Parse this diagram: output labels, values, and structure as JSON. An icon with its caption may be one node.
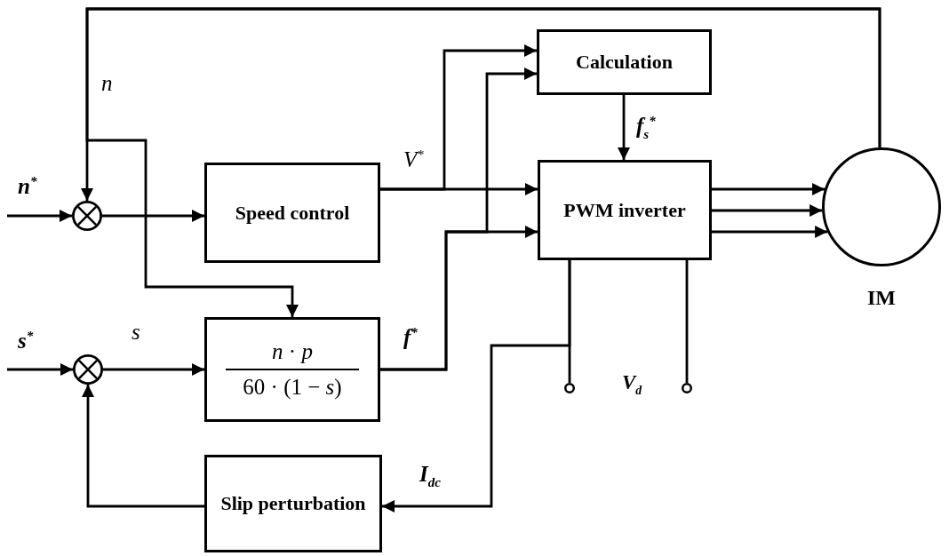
{
  "diagram": {
    "nodes": [
      {
        "text": [],
        "shape": "circle"
      },
      {
        "text": [
          "Speed control"
        ]
      },
      {
        "text": [
          "Calculation"
        ]
      },
      {
        "text": [
          "PWM inverter"
        ]
      },
      {
        "text": [
          "IM"
        ]
      },
      {
        "text": [],
        "shape": "circle"
      },
      {
        "text": [
          "*n* · *p*",
          "60 · (1 − *s*)"
        ]
      },
      {
        "text": [
          "Slip perturbation"
        ]
      },
      {
        "text": [],
        "shape": "circle"
      },
      {
        "text": [],
        "shape": "circle"
      }
    ],
    "edges": [
      {
        "from": null,
        "to": 0,
        "arrow": "to",
        "label": "n$^{*}$"
      },
      {
        "from": 4,
        "to": 0,
        "arrow": "to",
        "label": "n"
      },
      {
        "from": 4,
        "to": 6,
        "arrow": "to"
      },
      {
        "from": 0,
        "to": 1,
        "arrow": "to"
      },
      {
        "from": 1,
        "to": 3,
        "arrow": "to",
        "label": "V$^{*}$"
      },
      {
        "from": 1,
        "to": 2,
        "arrow": "to"
      },
      {
        "from": 2,
        "to": 3,
        "arrow": "to",
        "label": "f$_{s}$$^{*}$"
      },
      {
        "from": 3,
        "to": 4,
        "arrow": "to"
      },
      {
        "from": 3,
        "to": 4,
        "arrow": "to"
      },
      {
        "from": 3,
        "to": 4,
        "arrow": "to"
      },
      {
        "from": null,
        "to": 5,
        "arrow": "to",
        "label": "s$^{*}$"
      },
      {
        "from": 5,
        "to": 6,
        "arrow": "to",
        "label": "s"
      },
      {
        "from": 6,
        "to": 3,
        "arrow": "to",
        "label": "f$^{*}$"
      },
      {
        "from": 6,
        "to": 2,
        "arrow": "to"
      },
      {
        "from": 7,
        "to": 5,
        "arrow": "to"
      },
      {
        "from": 3,
        "to": 7,
        "arrow": "to",
        "label": "I$_{dc}$"
      },
      {
        "from": 3,
        "to": 8,
        "arrow": "none"
      },
      {
        "from": 3,
        "to": 9,
        "arrow": "none"
      }
    ],
    "labels": [
      "V$_{d}$"
    ]
  }
}
